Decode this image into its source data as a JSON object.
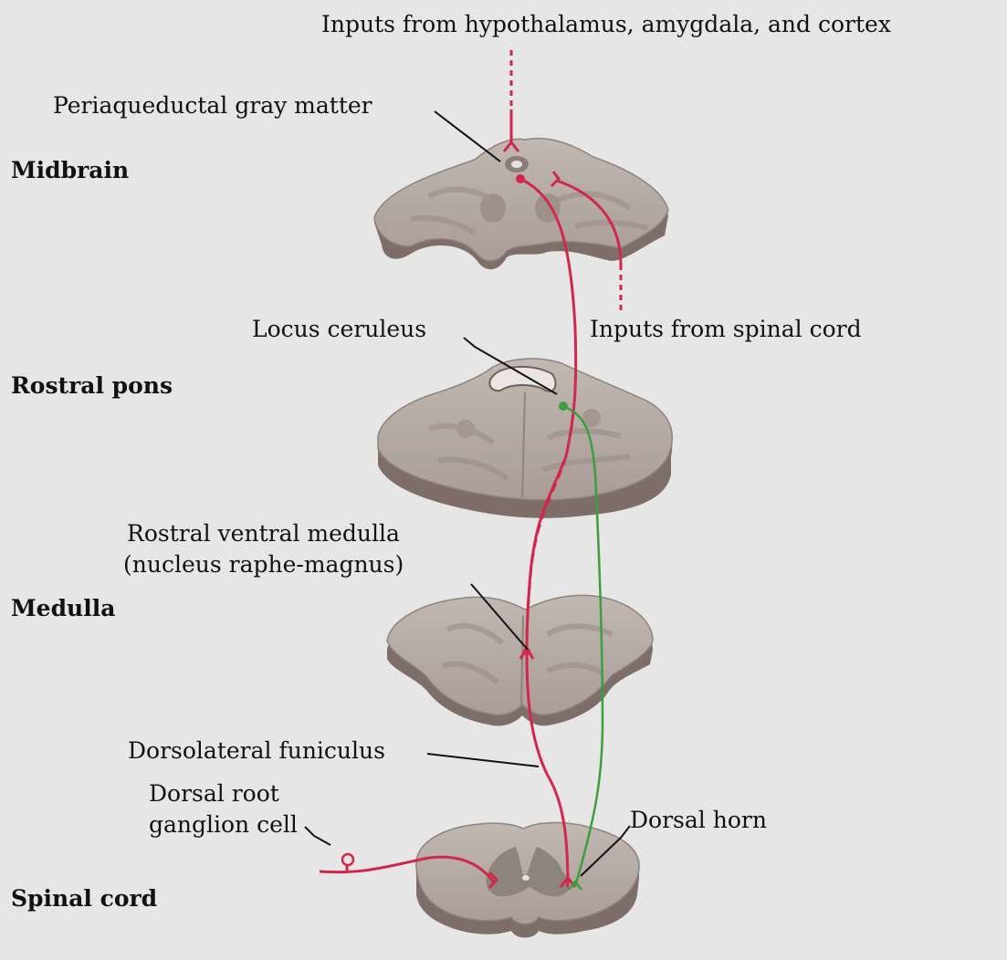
{
  "labels": {
    "inputs_top": "Inputs from hypothalamus, amygdala, and cortex",
    "pag": "Periaqueductal gray matter",
    "locus": "Locus ceruleus",
    "inputs_spinal": "Inputs from spinal cord",
    "rvm_line1": "Rostral ventral medulla",
    "rvm_line2": "(nucleus raphe-magnus)",
    "dlf": "Dorsolateral funiculus",
    "drg_line1": "Dorsal root",
    "drg_line2": "ganglion cell",
    "dorsal_horn": "Dorsal horn"
  },
  "regions": {
    "midbrain": "Midbrain",
    "pons": "Rostral pons",
    "medulla": "Medulla",
    "spinal": "Spinal cord"
  },
  "colors": {
    "background": "#e6e6e6",
    "tissue": "#b7aca5",
    "tissue_edge": "#7d6f68",
    "tissue_dark": "#8f837d",
    "pathway_red": "#d0284a",
    "pathway_green": "#3c9e3c"
  }
}
